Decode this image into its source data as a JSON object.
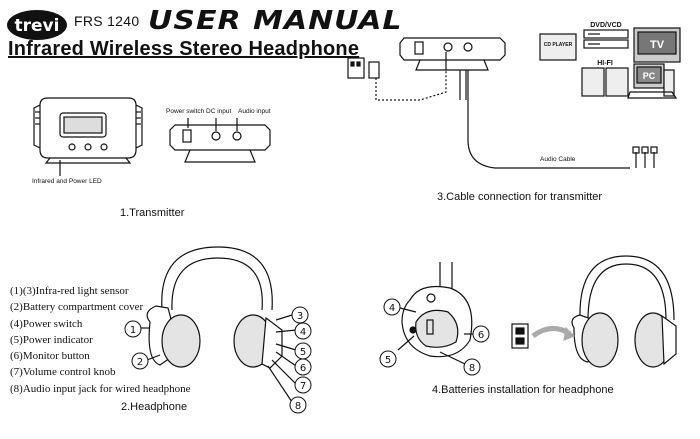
{
  "header": {
    "brand": "trevi",
    "model": "FRS 1240",
    "manual_title": "USER MANUAL",
    "subtitle": "Infrared Wireless Stereo Headphone"
  },
  "transmitter": {
    "led_label": "Infrared and Power LED",
    "power_switch_label": "Power switch",
    "dc_input_label": "DC input",
    "audio_input_label": "Audio input",
    "caption": "1.Transmitter"
  },
  "cable": {
    "caption": "3.Cable connection for transmitter",
    "audio_cable_label": "Audio Cable",
    "devices": {
      "cd": "CD PLAYER",
      "dvd": "DVD/VCD",
      "tv": "TV",
      "hifi": "HI-FI",
      "pc": "PC"
    }
  },
  "headphone": {
    "caption": "2.Headphone",
    "features": [
      "(1)(3)Infra-red light sensor",
      "(2)Battery compartment cover",
      "(4)Power switch",
      "(5)Power indicator",
      "(6)Monitor button",
      "(7)Volume control knob",
      "(8)Audio input jack for wired headphone"
    ],
    "callouts": [
      "1",
      "2",
      "3",
      "4",
      "5",
      "6",
      "7",
      "8"
    ]
  },
  "batteries": {
    "caption": "4.Batteries installation for headphone",
    "callouts": [
      "4",
      "5",
      "6",
      "8"
    ]
  }
}
